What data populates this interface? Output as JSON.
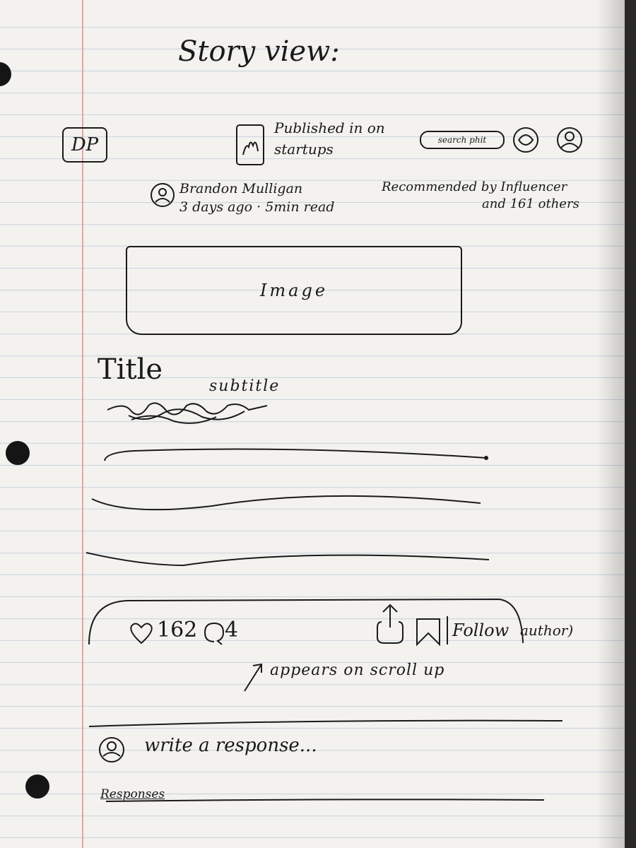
{
  "page_heading": "Story view:",
  "header": {
    "logo_text": "DP",
    "publication": "Published in on startups",
    "search_placeholder": "search phit",
    "icons": [
      "publication-icon",
      "settings-gear-icon",
      "profile-avatar-icon"
    ]
  },
  "byline": {
    "author": "Brandon Mulligan",
    "meta": "3 days ago · 5min read",
    "recommended_line1": "Recommended by Influencer",
    "recommended_line2": "and 161 others"
  },
  "image": {
    "label": "Image"
  },
  "article": {
    "title": "Title",
    "subtitle": "subtitle"
  },
  "action_bar": {
    "like_count": "162",
    "comment_count": "4",
    "follow_label": "Follow",
    "author_label": "author)",
    "note": "appears on scroll up",
    "icons": [
      "heart-icon",
      "comment-icon",
      "share-icon",
      "bookmark-icon"
    ]
  },
  "response": {
    "placeholder": "write a response...",
    "section_label": "Responses"
  }
}
